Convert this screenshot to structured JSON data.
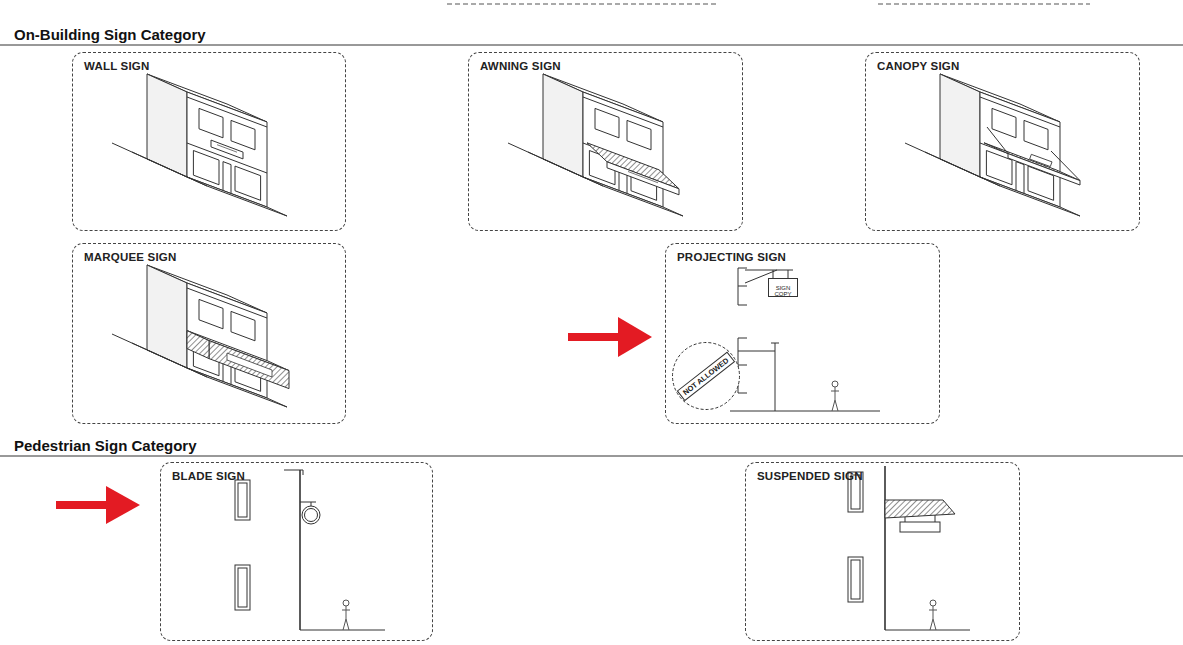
{
  "diagram": {
    "nodes": [
      {
        "text": [
          "WALL SIGN"
        ]
      },
      {
        "text": [
          "AWNING SIGN"
        ]
      },
      {
        "text": [
          "CANOPY SIGN"
        ]
      },
      {
        "text": [
          "MARQUEE SIGN"
        ]
      },
      {
        "text": [
          "PROJECTING SIGN"
        ]
      },
      {
        "text": [
          "SIGN COPY"
        ],
        "in": 4
      },
      {
        "text": [
          "NOT ALLOWED"
        ],
        "in": 4
      },
      {
        "text": [
          "BLADE SIGN"
        ]
      },
      {
        "text": [
          "SUSPENDED SIGN"
        ]
      }
    ],
    "labels": [
      "On-Building Sign Category",
      "Pedestrian Sign Category"
    ]
  }
}
